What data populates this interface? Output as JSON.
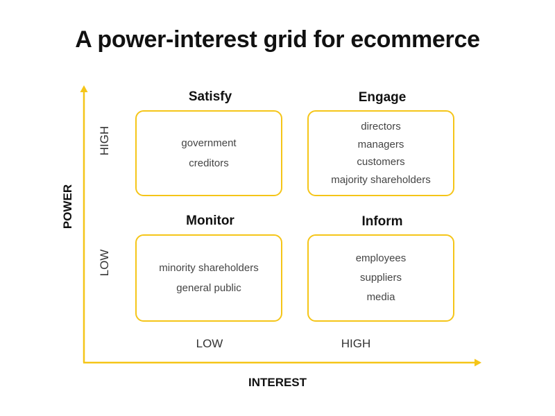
{
  "title": "A power-interest grid for ecommerce",
  "colors": {
    "accent": "#f5c518",
    "text": "#111111",
    "muted": "#444444"
  },
  "axes": {
    "x_title": "INTEREST",
    "y_title": "POWER",
    "x_ticks": [
      "LOW",
      "HIGH"
    ],
    "y_ticks": [
      "HIGH",
      "LOW"
    ]
  },
  "quadrants": [
    {
      "heading": "Satisfy",
      "items": [
        "government",
        "creditors"
      ]
    },
    {
      "heading": "Engage",
      "items": [
        "directors",
        "managers",
        "customers",
        "majority shareholders"
      ]
    },
    {
      "heading": "Monitor",
      "items": [
        "minority shareholders",
        "general public"
      ]
    },
    {
      "heading": "Inform",
      "items": [
        "employees",
        "suppliers",
        "media"
      ]
    }
  ]
}
